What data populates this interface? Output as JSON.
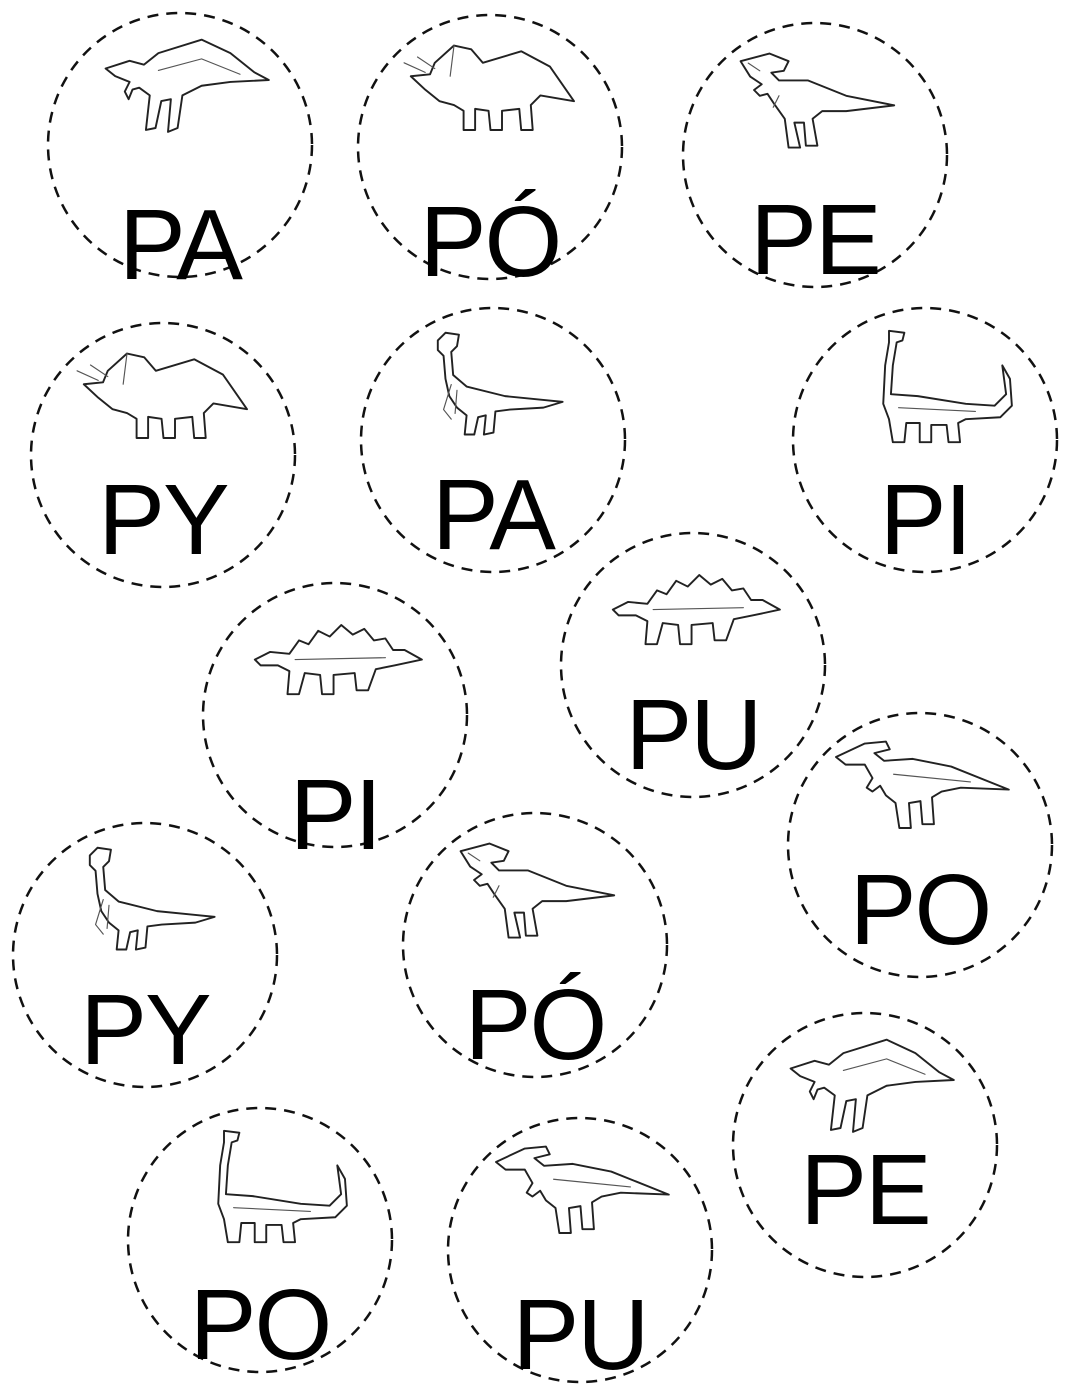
{
  "cards": [
    {
      "syllable": "PA",
      "dinosaur": "spinosaurus-icon"
    },
    {
      "syllable": "PÓ",
      "dinosaur": "triceratops-icon"
    },
    {
      "syllable": "PE",
      "dinosaur": "t-rex-icon"
    },
    {
      "syllable": "PY",
      "dinosaur": "triceratops-icon"
    },
    {
      "syllable": "PA",
      "dinosaur": "oviraptor-icon"
    },
    {
      "syllable": "PI",
      "dinosaur": "brachiosaurus-icon"
    },
    {
      "syllable": "PI",
      "dinosaur": "stegosaurus-icon"
    },
    {
      "syllable": "PU",
      "dinosaur": "stegosaurus-icon"
    },
    {
      "syllable": "PO",
      "dinosaur": "parasaurolophus-icon"
    },
    {
      "syllable": "PY",
      "dinosaur": "oviraptor-icon"
    },
    {
      "syllable": "PÓ",
      "dinosaur": "t-rex-icon"
    },
    {
      "syllable": "PE",
      "dinosaur": "spinosaurus-icon"
    },
    {
      "syllable": "PO",
      "dinosaur": "brachiosaurus-icon"
    },
    {
      "syllable": "PU",
      "dinosaur": "parasaurolophus-icon"
    }
  ],
  "colors": {
    "ink": "#000000",
    "background": "#ffffff",
    "outline": "#222222"
  }
}
